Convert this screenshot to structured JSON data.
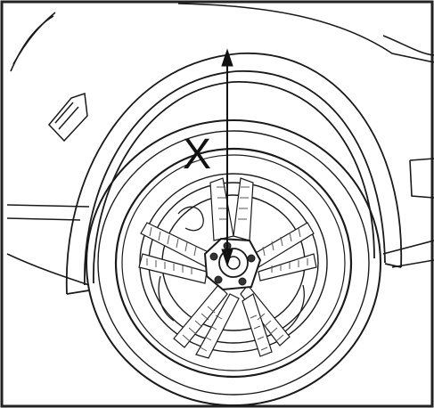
{
  "diagram": {
    "dimension_label": "X",
    "colors": {
      "line": "#1a1a1a",
      "frame": "#222222",
      "background": "#ffffff",
      "spoke_fill": "#555555"
    },
    "icons": [
      "wheel-illustration",
      "measurement-arrow"
    ]
  }
}
